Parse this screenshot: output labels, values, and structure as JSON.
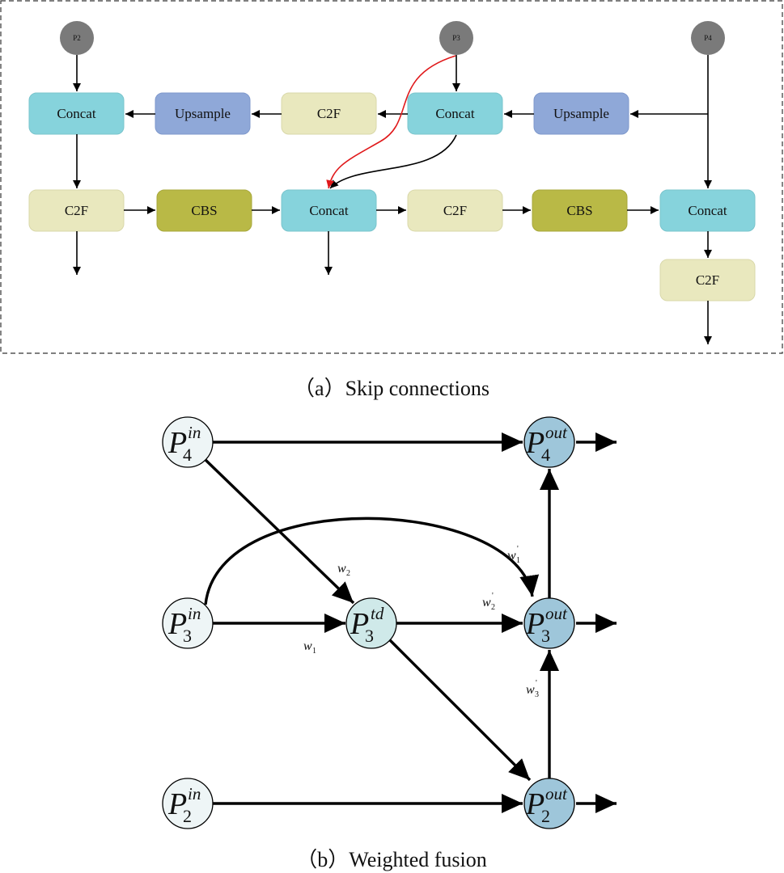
{
  "panel_a": {
    "inputs": {
      "p2": "P2",
      "p3": "P3",
      "p4": "P4"
    },
    "row1": {
      "concat_left": "Concat",
      "upsample_left": "Upsample",
      "c2f": "C2F",
      "concat_right": "Concat",
      "upsample_right": "Upsample"
    },
    "row2": {
      "c2f_left": "C2F",
      "cbs_left": "CBS",
      "concat_mid": "Concat",
      "c2f_mid": "C2F",
      "cbs_right": "CBS",
      "concat_right": "Concat"
    },
    "row3": {
      "c2f": "C2F"
    },
    "caption": "（a）Skip connections"
  },
  "panel_b": {
    "nodes": {
      "p4_in": {
        "base": "P",
        "sup": "in",
        "sub": "4"
      },
      "p3_in": {
        "base": "P",
        "sup": "in",
        "sub": "3"
      },
      "p2_in": {
        "base": "P",
        "sup": "in",
        "sub": "2"
      },
      "p3_td": {
        "base": "P",
        "sup": "td",
        "sub": "3"
      },
      "p4_out": {
        "base": "P",
        "sup": "out",
        "sub": "4"
      },
      "p3_out": {
        "base": "P",
        "sup": "out",
        "sub": "3"
      },
      "p2_out": {
        "base": "P",
        "sup": "out",
        "sub": "2"
      }
    },
    "weights": {
      "w1": {
        "base": "w",
        "sub": "1"
      },
      "w2": {
        "base": "w",
        "sub": "2"
      },
      "w1p": {
        "base": "w",
        "sub": "1",
        "prime": "'"
      },
      "w2p": {
        "base": "w",
        "sub": "2",
        "prime": "'"
      },
      "w3p": {
        "base": "w",
        "sub": "3",
        "prime": "'"
      }
    },
    "caption": "（b）Weighted fusion"
  },
  "colors": {
    "concat": "#86d3dc",
    "upsample": "#8fa8d8",
    "c2f": "#e9e8be",
    "cbs": "#b9b946",
    "input_node": "#7a7a7a",
    "skip_arrow": "#e0191b",
    "node_in": "#eef5f6",
    "node_td": "#cfe9e9",
    "node_out": "#9ec6da"
  }
}
